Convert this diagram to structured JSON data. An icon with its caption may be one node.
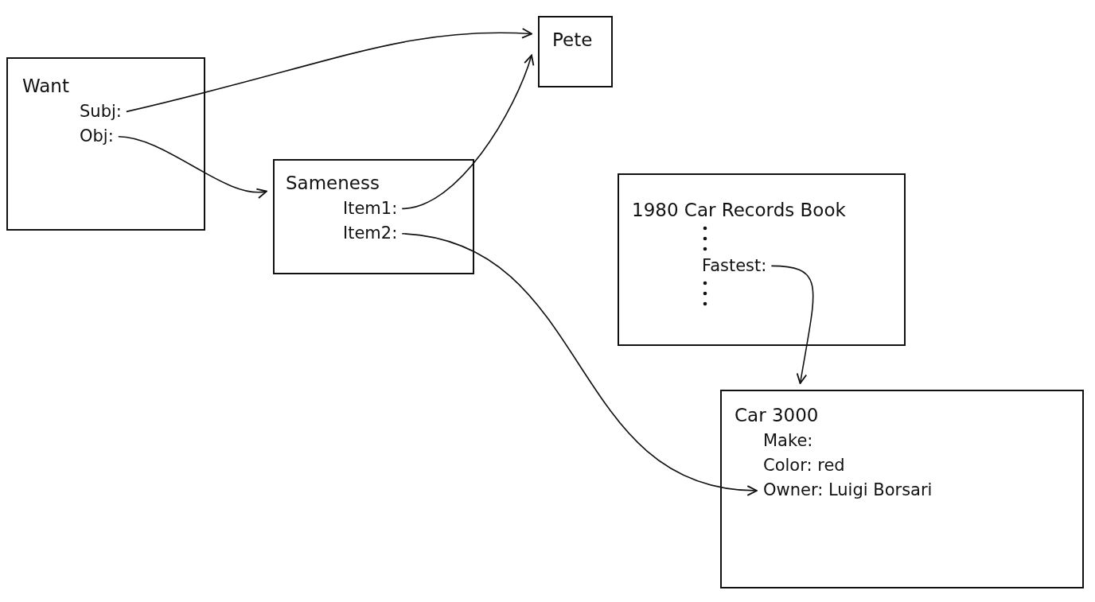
{
  "diagram": {
    "nodes": [
      {
        "text": [
          "Want"
        ]
      },
      {
        "text": [
          "Subj:"
        ],
        "in": 0
      },
      {
        "text": [
          "Obj:"
        ],
        "in": 0
      },
      {
        "text": [
          "Pete"
        ]
      },
      {
        "text": [
          "Sameness"
        ]
      },
      {
        "text": [
          "Item1:"
        ],
        "in": 4
      },
      {
        "text": [
          "Item2:"
        ],
        "in": 4
      },
      {
        "text": [
          "1980 Car Records Book"
        ]
      },
      {
        "text": [
          "Fastest:"
        ],
        "in": 7
      },
      {
        "text": [
          "Car 3000",
          "Make:",
          "Color: red"
        ]
      },
      {
        "text": [
          "Owner: Luigi Borsari"
        ],
        "in": 9
      }
    ],
    "edges": [
      {
        "from": 1,
        "to": 3,
        "arrow": "to"
      },
      {
        "from": 2,
        "to": 4,
        "arrow": "to"
      },
      {
        "from": 5,
        "to": 3,
        "arrow": "to"
      },
      {
        "from": 6,
        "to": 10,
        "arrow": "to"
      },
      {
        "from": 8,
        "to": 9,
        "arrow": "to"
      }
    ]
  }
}
